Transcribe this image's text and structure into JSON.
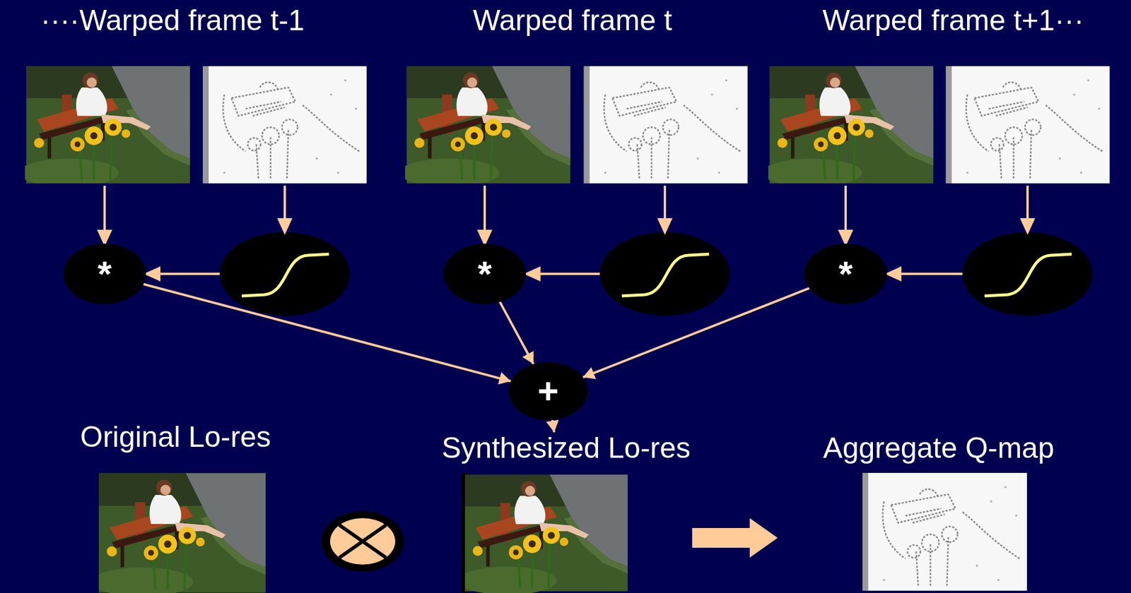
{
  "diagram": {
    "nodes": [
      {
        "text": [
          "*"
        ]
      },
      {
        "text": [
          "*"
        ]
      },
      {
        "text": [
          "*"
        ]
      },
      {
        "text": [
          "+"
        ]
      },
      {
        "text": [
          "Original Lo-res"
        ]
      },
      {
        "text": [
          "Synthesized Lo-res"
        ]
      },
      {
        "text": [
          "Aggregate Q-map"
        ]
      }
    ],
    "edges": [
      {
        "from": 0,
        "to": 3,
        "arrow": "to"
      },
      {
        "from": 1,
        "to": 3,
        "arrow": "to"
      },
      {
        "from": 2,
        "to": 3,
        "arrow": "to"
      },
      {
        "from": 3,
        "to": 5,
        "arrow": "to"
      }
    ],
    "labels": [
      "····Warped frame t-1",
      "Warped frame t",
      "Warped frame t+1···"
    ]
  }
}
